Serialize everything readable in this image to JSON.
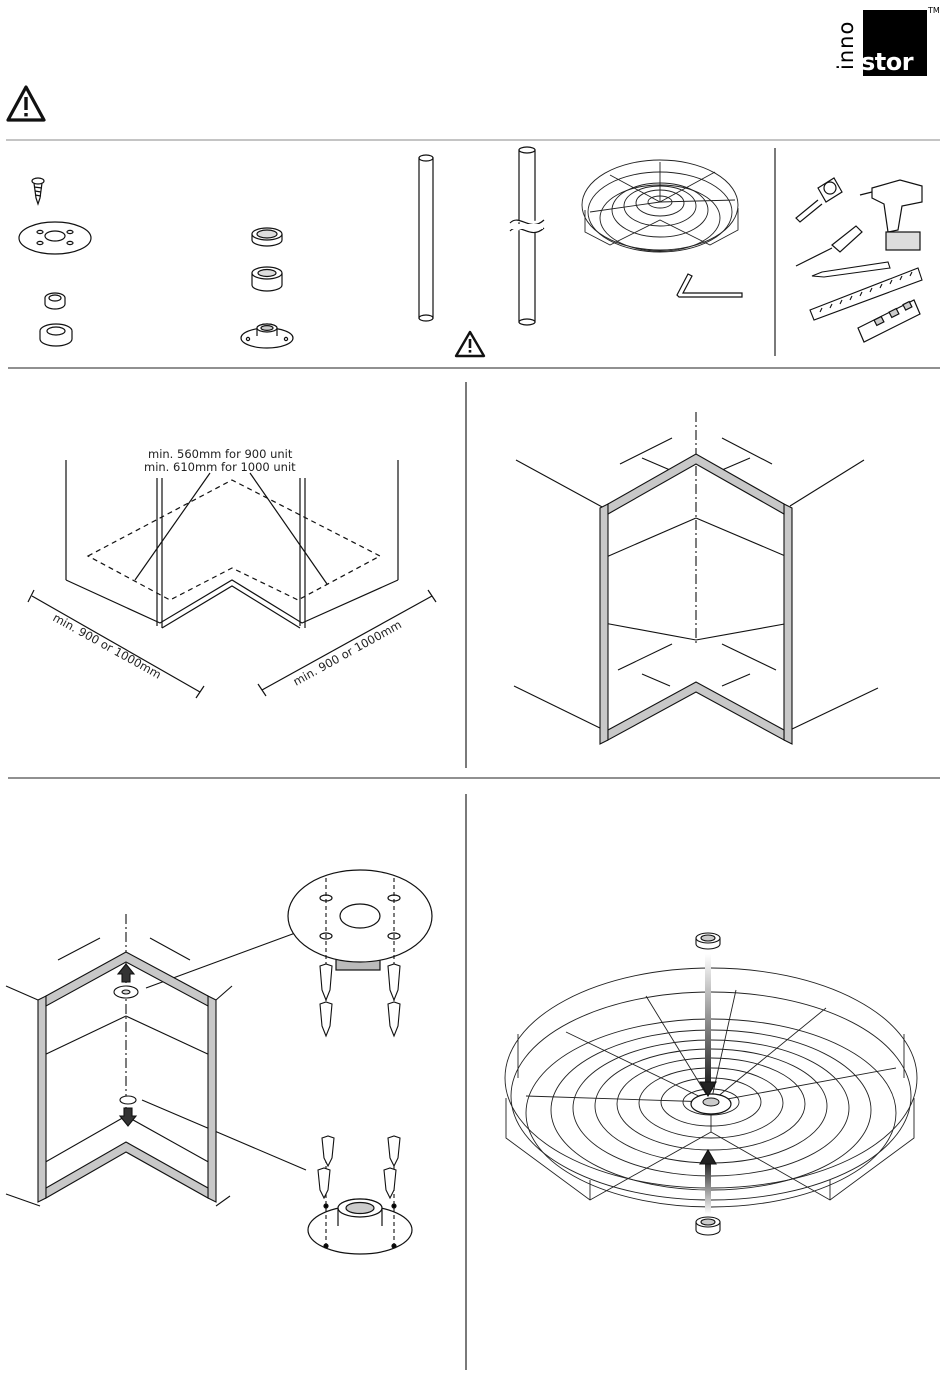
{
  "brand": {
    "prefix": "inno",
    "name": "stor",
    "trademark": "TM"
  },
  "step2": {
    "depth_line1": "min. 560mm for 900 unit",
    "depth_line2": "min. 610mm for 1000 unit",
    "width_left": "min. 900 or 1000mm",
    "width_right": "min. 900 or 1000mm"
  },
  "icons": {
    "warning_header": "warning-triangle-icon",
    "warning_parts": "warning-triangle-icon"
  },
  "colors": {
    "ink": "#1a1a1a",
    "shade": "#c8c8c8",
    "logo_block": "#000000"
  }
}
